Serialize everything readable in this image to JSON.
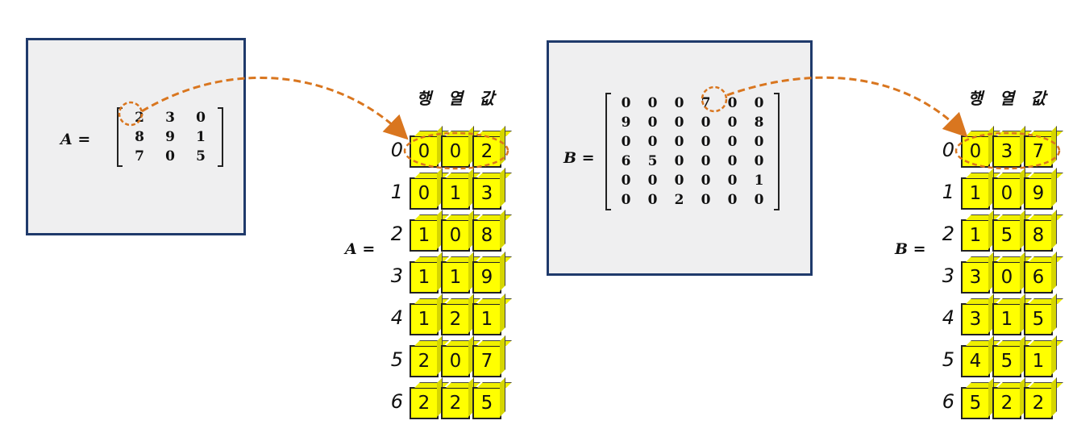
{
  "left": {
    "matrix_label": "A =",
    "matrix": [
      [
        "2",
        "3",
        "0"
      ],
      [
        "8",
        "9",
        "1"
      ],
      [
        "7",
        "0",
        "5"
      ]
    ],
    "table_label": "A =",
    "headers": [
      "행",
      "열",
      "값"
    ],
    "indices": [
      "0",
      "1",
      "2",
      "3",
      "4",
      "5",
      "6"
    ],
    "rows": [
      [
        "0",
        "0",
        "2"
      ],
      [
        "0",
        "1",
        "3"
      ],
      [
        "1",
        "0",
        "8"
      ],
      [
        "1",
        "1",
        "9"
      ],
      [
        "1",
        "2",
        "1"
      ],
      [
        "2",
        "0",
        "7"
      ],
      [
        "2",
        "2",
        "5"
      ]
    ]
  },
  "right": {
    "matrix_label": "B =",
    "matrix": [
      [
        "0",
        "0",
        "0",
        "7",
        "0",
        "0"
      ],
      [
        "9",
        "0",
        "0",
        "0",
        "0",
        "8"
      ],
      [
        "0",
        "0",
        "0",
        "0",
        "0",
        "0"
      ],
      [
        "6",
        "5",
        "0",
        "0",
        "0",
        "0"
      ],
      [
        "0",
        "0",
        "0",
        "0",
        "0",
        "1"
      ],
      [
        "0",
        "0",
        "2",
        "0",
        "0",
        "0"
      ]
    ],
    "table_label": "B =",
    "headers": [
      "행",
      "열",
      "값"
    ],
    "indices": [
      "0",
      "1",
      "2",
      "3",
      "4",
      "5",
      "6"
    ],
    "rows": [
      [
        "0",
        "3",
        "7"
      ],
      [
        "1",
        "0",
        "9"
      ],
      [
        "1",
        "5",
        "8"
      ],
      [
        "3",
        "0",
        "6"
      ],
      [
        "3",
        "1",
        "5"
      ],
      [
        "4",
        "5",
        "1"
      ],
      [
        "5",
        "2",
        "2"
      ]
    ]
  },
  "colors": {
    "cube_fill": "#ffff00",
    "panel_border": "#1f3a6b",
    "panel_fill": "#efeff0",
    "arrow": "#d9761f"
  }
}
